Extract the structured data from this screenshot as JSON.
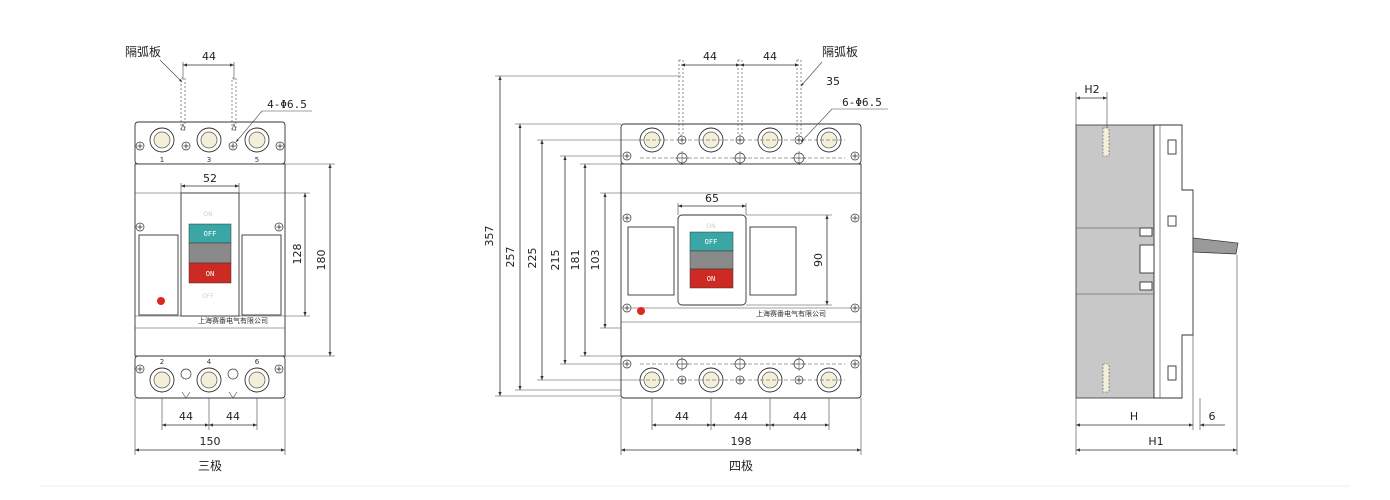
{
  "colors": {
    "off_button": "#3aa7a6",
    "on_button": "#cc2a22",
    "neutral_button": "#8a8a8a",
    "indicator": "#d92a1f",
    "side_body": "#c8c8c8",
    "terminal_fill": "#f4efd9"
  },
  "three_pole": {
    "caption": "三极",
    "barrier_label": "隔弧板",
    "hole_label": "4-Φ6.5",
    "dim_pitch_top": "44",
    "dim_handle": "52",
    "dim_128": "128",
    "dim_180": "180",
    "dim_pitch_bottom_1": "44",
    "dim_pitch_bottom_2": "44",
    "dim_width": "150",
    "terminals_top": [
      "1",
      "3",
      "5"
    ],
    "terminals_bottom": [
      "2",
      "4",
      "6"
    ],
    "off_label": "OFF",
    "on_label": "ON",
    "ghost_on": "ON",
    "ghost_off": "OFF",
    "brand": "上海赛番电气有限公司"
  },
  "four_pole": {
    "caption": "四极",
    "barrier_label": "隔弧板",
    "hole_label": "6-Φ6.5",
    "dim_pitch_top_1": "44",
    "dim_pitch_top_2": "44",
    "dim_35": "35",
    "dim_65": "65",
    "dim_90": "90",
    "dim_357": "357",
    "dim_257": "257",
    "dim_225": "225",
    "dim_215": "215",
    "dim_181": "181",
    "dim_103": "103",
    "dim_pitch_bottom_1": "44",
    "dim_pitch_bottom_2": "44",
    "dim_pitch_bottom_3": "44",
    "dim_width": "198",
    "off_label": "OFF",
    "on_label": "ON",
    "ghost_on": "ON",
    "brand": "上海赛番电气有限公司"
  },
  "side_view": {
    "dim_h2": "H2",
    "dim_h": "H",
    "dim_6": "6",
    "dim_h1": "H1"
  }
}
